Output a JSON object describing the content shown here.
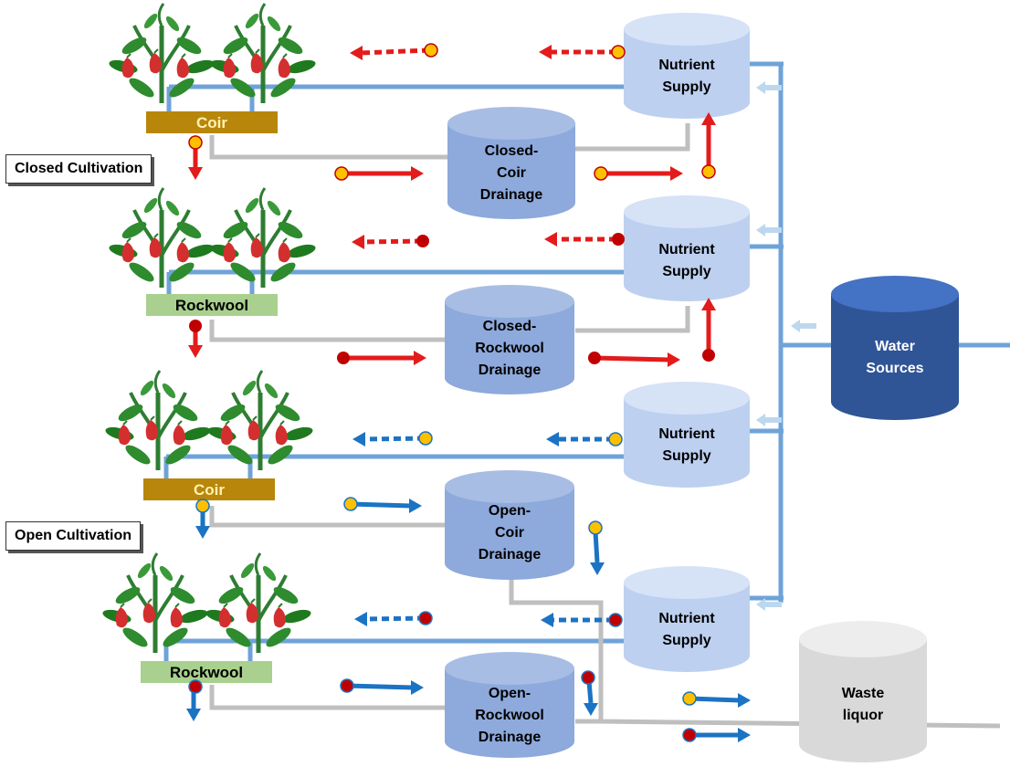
{
  "sections": {
    "closed": "Closed Cultivation",
    "open": "Open Cultivation"
  },
  "substrates": [
    "Coir",
    "Rockwool",
    "Coir",
    "Rockwool"
  ],
  "nutrient_supply": [
    [
      "Nutrient",
      "Supply"
    ],
    [
      "Nutrient",
      "Supply"
    ],
    [
      "Nutrient",
      "Supply"
    ],
    [
      "Nutrient",
      "Supply"
    ]
  ],
  "drainage": [
    [
      "Closed-",
      "Coir",
      "Drainage"
    ],
    [
      "Closed-",
      "Rockwool",
      "Drainage"
    ],
    [
      "Open-",
      "Coir",
      "Drainage"
    ],
    [
      "Open-",
      "Rockwool",
      "Drainage"
    ]
  ],
  "water_sources": [
    "Water",
    "Sources"
  ],
  "waste_liquor": [
    "Waste",
    "liquor"
  ],
  "colors": {
    "pipe_blue": "#6FA3D8",
    "pipe_gray": "#BFBFBF",
    "arrow_red": "#E31B1B",
    "arrow_blue": "#1B73C4",
    "arrow_pale": "#BDD7EE",
    "tank_light": "#BDD0F0",
    "tank_mid": "#8EA9DB",
    "tank_dark": "#2F5597",
    "tank_gray": "#D9D9D9",
    "coir_band": "#B8860B",
    "rockwool_band": "#A9D08E",
    "dot_yellow": "#FFC000",
    "dot_red": "#C00000"
  }
}
